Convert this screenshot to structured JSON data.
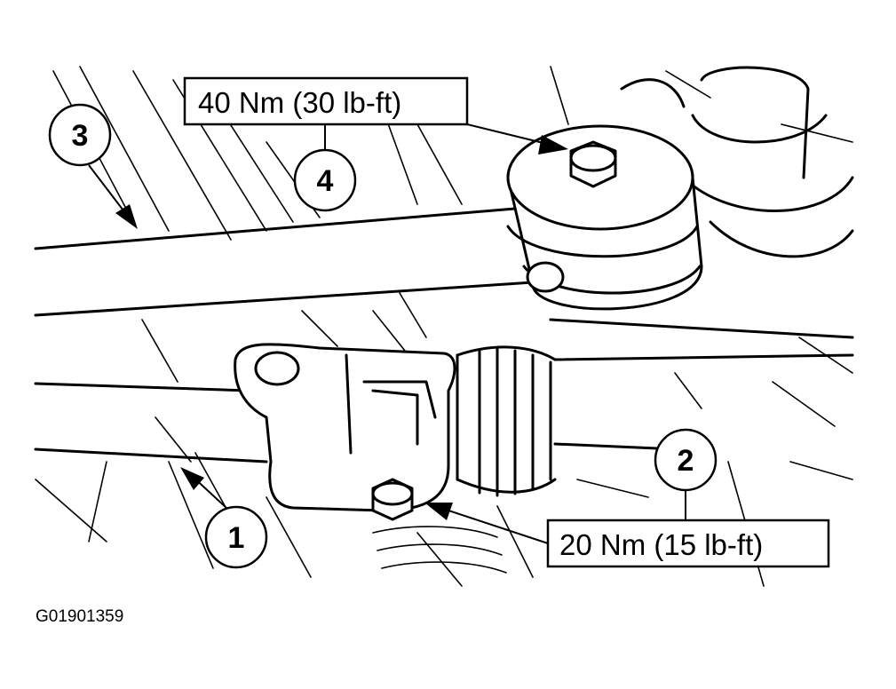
{
  "callouts": [
    {
      "id": "callout-1",
      "number": "1"
    },
    {
      "id": "callout-2",
      "number": "2"
    },
    {
      "id": "callout-3",
      "number": "3"
    },
    {
      "id": "callout-4",
      "number": "4"
    }
  ],
  "torque_labels": {
    "upper": "40 Nm (30 lb-ft)",
    "lower": "20 Nm (15 lb-ft)"
  },
  "figure_id": "G01901359",
  "colors": {
    "ink": "#000000",
    "paper": "#ffffff"
  }
}
